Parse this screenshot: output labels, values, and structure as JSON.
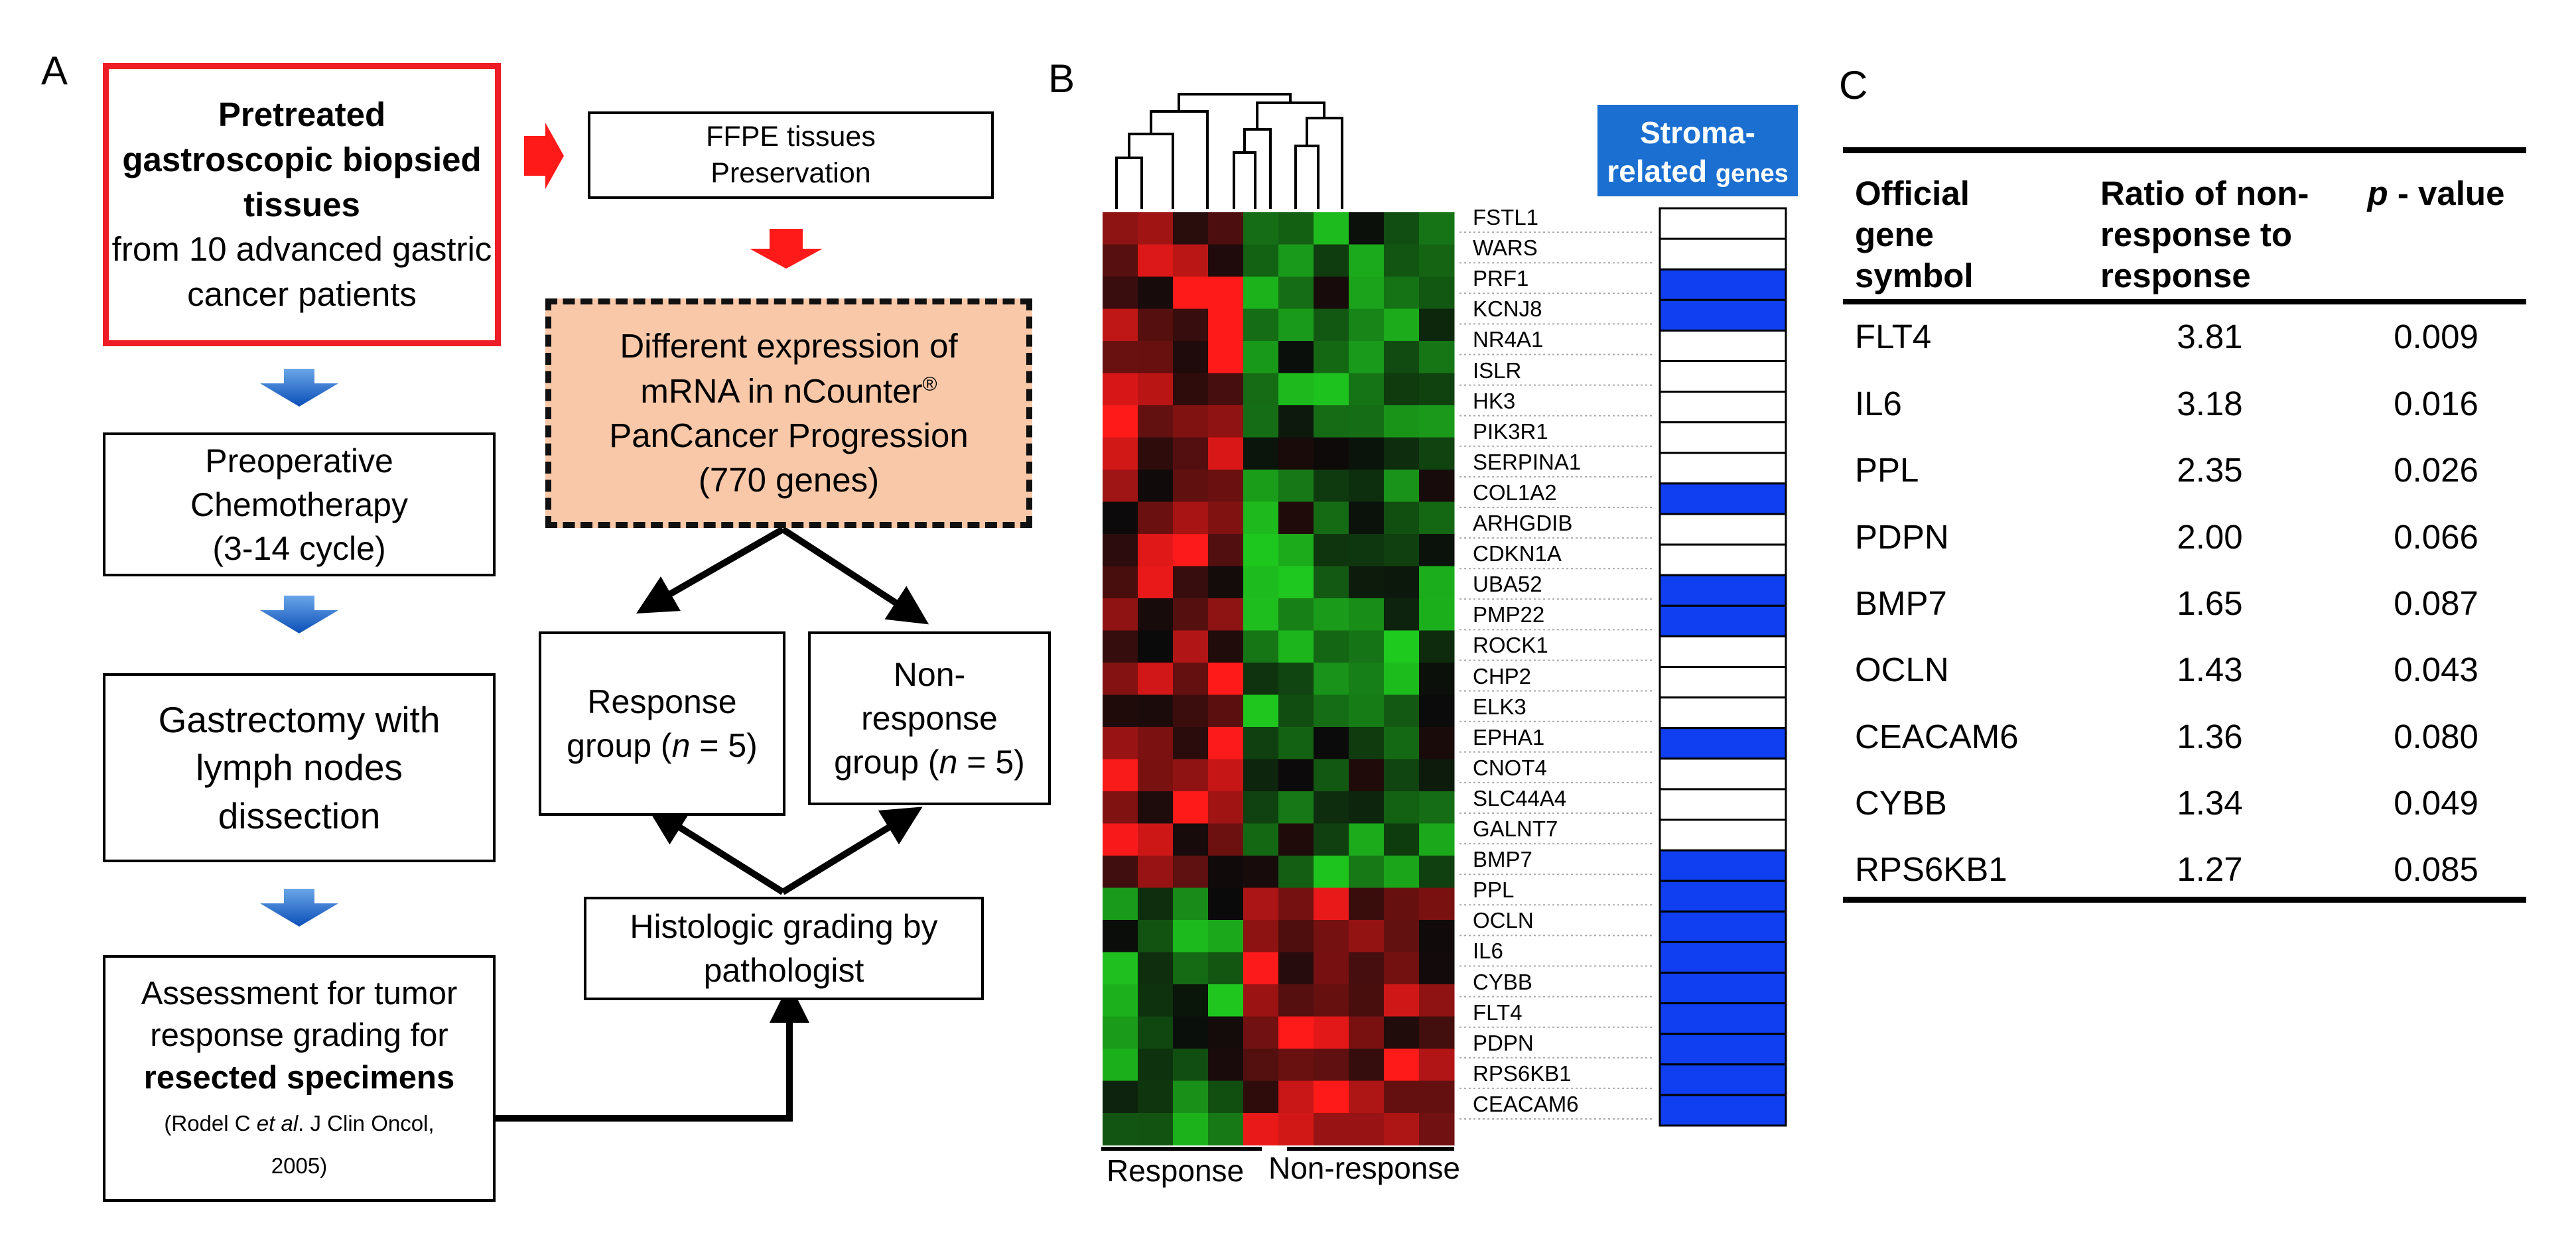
{
  "panels": {
    "a": "A",
    "b": "B",
    "c": "C"
  },
  "flow": {
    "start_box": {
      "bold": "Pretreated gastroscopic biopsied tissues",
      "rest": "from 10 advanced gastric cancer patients"
    },
    "ffpe": "FFPE tissues Preservation",
    "expression": {
      "line1": "Different expression of",
      "line2a": "mRNA in nCounter",
      "reg": "®",
      "line3": "PanCancer Progression",
      "line4": "(770 genes)"
    },
    "chemo": {
      "line1": "Preoperative",
      "line2": "Chemotherapy",
      "line3": "(3-14 cycle)"
    },
    "gastrectomy": {
      "line1": "Gastrectomy with",
      "line2": "lymph nodes",
      "line3": "dissection"
    },
    "response": {
      "line1": "Response",
      "line2a": "group (",
      "n": "n",
      "line2b": " = 5)"
    },
    "nonresponse": {
      "line1": "Non-",
      "line2": "response",
      "line3a": "group (",
      "n": "n",
      "line3b": " = 5)"
    },
    "histologic": {
      "line1": "Histologic grading by",
      "line2": "pathologist"
    },
    "assessment": {
      "line1": "Assessment for tumor",
      "line2": "response grading for",
      "line3": "resected specimens",
      "cite1": "(Rodel C ",
      "cite_italic": "et al",
      "cite2": ". J Clin Oncol,",
      "cite3": "2005)"
    }
  },
  "heatmap": {
    "stroma_header": {
      "line1": "Stroma-",
      "line2a": "related ",
      "line2b": "genes"
    },
    "genes": [
      "FSTL1",
      "WARS",
      "PRF1",
      "KCNJ8",
      "NR4A1",
      "ISLR",
      "HK3",
      "PIK3R1",
      "SERPINA1",
      "COL1A2",
      "ARHGDIB",
      "CDKN1A",
      "UBA52",
      "PMP22",
      "ROCK1",
      "CHP2",
      "ELK3",
      "EPHA1",
      "CNOT4",
      "SLC44A4",
      "GALNT7",
      "BMP7",
      "PPL",
      "OCLN",
      "IL6",
      "CYBB",
      "FLT4",
      "PDPN",
      "RPS6KB1",
      "CEACAM6"
    ],
    "stroma_flags": [
      0,
      0,
      1,
      1,
      0,
      0,
      0,
      0,
      0,
      1,
      0,
      0,
      1,
      1,
      0,
      0,
      0,
      1,
      0,
      0,
      0,
      1,
      1,
      1,
      1,
      1,
      1,
      1,
      1,
      1
    ],
    "group_labels": {
      "response": "Response",
      "nonresponse": "Non-response"
    },
    "colors": {
      "high": "#ff1a1a",
      "low": "#1fcc1f",
      "mid": "#0a0a0a",
      "stroma": "#0f3ff0"
    }
  },
  "table": {
    "headers": {
      "symbol": "Official gene symbol",
      "ratio": "Ratio of non-response to response",
      "p_italic": "p",
      "p_rest": " - value"
    },
    "rows": [
      {
        "gene": "FLT4",
        "ratio": "3.81",
        "p": "0.009"
      },
      {
        "gene": "IL6",
        "ratio": "3.18",
        "p": "0.016"
      },
      {
        "gene": "PPL",
        "ratio": "2.35",
        "p": "0.026"
      },
      {
        "gene": "PDPN",
        "ratio": "2.00",
        "p": "0.066"
      },
      {
        "gene": "BMP7",
        "ratio": "1.65",
        "p": "0.087"
      },
      {
        "gene": "OCLN",
        "ratio": "1.43",
        "p": "0.043"
      },
      {
        "gene": "CEACAM6",
        "ratio": "1.36",
        "p": "0.080"
      },
      {
        "gene": "CYBB",
        "ratio": "1.34",
        "p": "0.049"
      },
      {
        "gene": "RPS6KB1",
        "ratio": "1.27",
        "p": "0.085"
      }
    ]
  }
}
